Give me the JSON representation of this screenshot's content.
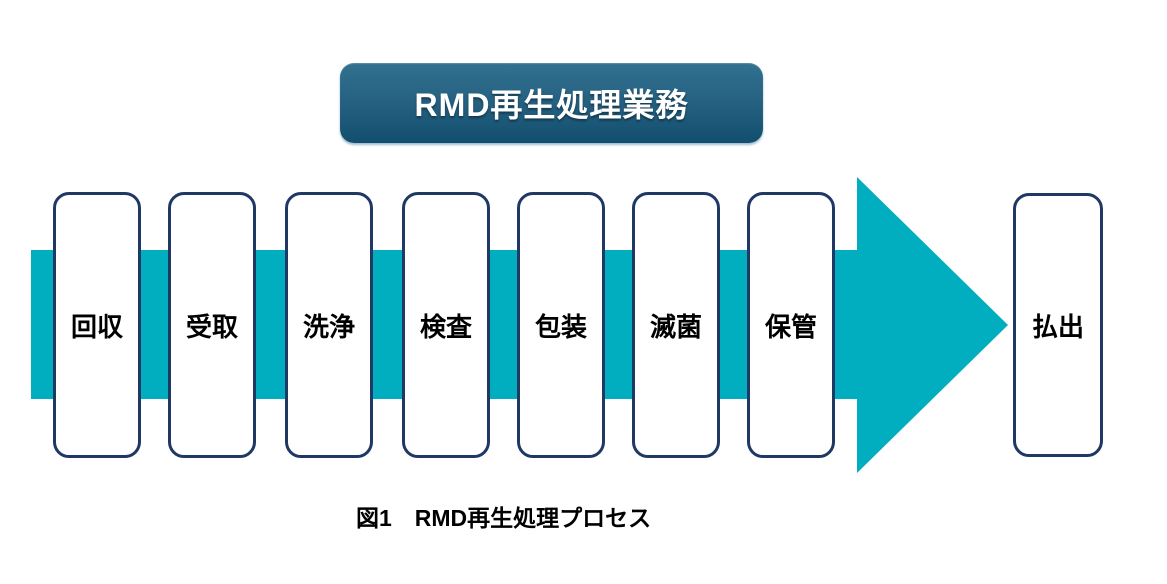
{
  "title_banner": {
    "label": "RMD再生処理業務"
  },
  "process_flow": {
    "steps": [
      {
        "label": "回収"
      },
      {
        "label": "受取"
      },
      {
        "label": "洗浄"
      },
      {
        "label": "検査"
      },
      {
        "label": "包装"
      },
      {
        "label": "滅菌"
      },
      {
        "label": "保管"
      }
    ],
    "final_step": {
      "label": "払出"
    }
  },
  "caption": {
    "text": "図1　RMD再生処理プロセス"
  },
  "colors": {
    "arrow_teal": "#00AEC0",
    "box_border_navy": "#1F3864",
    "banner_gradient_top": "#31718F",
    "banner_gradient_bottom": "#124E6E",
    "banner_text": "#FFFFFF",
    "step_text": "#000000",
    "background": "#FFFFFF"
  }
}
